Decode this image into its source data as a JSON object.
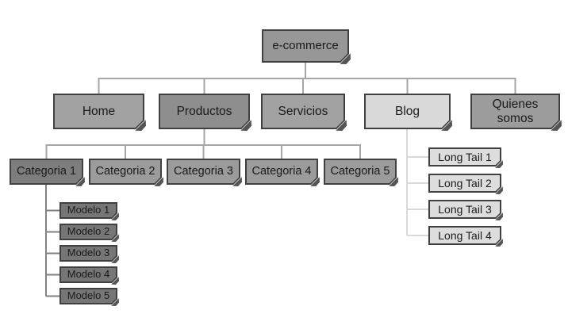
{
  "sitemap": {
    "root": {
      "label": "e-commerce"
    },
    "main_pages": [
      {
        "label": "Home"
      },
      {
        "label": "Productos"
      },
      {
        "label": "Servicios"
      },
      {
        "label": "Blog"
      },
      {
        "label": "Quienes somos"
      }
    ],
    "productos_children": [
      {
        "label": "Categoria 1"
      },
      {
        "label": "Categoria 2"
      },
      {
        "label": "Categoria 3"
      },
      {
        "label": "Categoria 4"
      },
      {
        "label": "Categoria 5"
      }
    ],
    "categoria1_children": [
      {
        "label": "Modelo 1"
      },
      {
        "label": "Modelo 2"
      },
      {
        "label": "Modelo 3"
      },
      {
        "label": "Modelo 4"
      },
      {
        "label": "Modelo 5"
      }
    ],
    "blog_children": [
      {
        "label": "Long Tail 1"
      },
      {
        "label": "Long Tail 2"
      },
      {
        "label": "Long Tail 3"
      },
      {
        "label": "Long Tail 4"
      }
    ]
  },
  "colors": {
    "background": "#ffffff",
    "box_border": "#404040",
    "text": "#1a1a1a",
    "connector_main": "#a6a6a6",
    "connector_models": "#828282",
    "connector_longtail": "#d9d9d9",
    "fill_root": "#979797",
    "fill_home": "#a2a2a2",
    "fill_productos": "#8e8e8e",
    "fill_servicios": "#a2a2a2",
    "fill_blog": "#d9d9d9",
    "fill_quienes_somos": "#9c9c9c",
    "fill_categoria_1": "#7d7d7d",
    "fill_categoria_2_5": "#9b9b9b",
    "fill_modelo": "#767676",
    "fill_long_tail": "#dddddd"
  }
}
